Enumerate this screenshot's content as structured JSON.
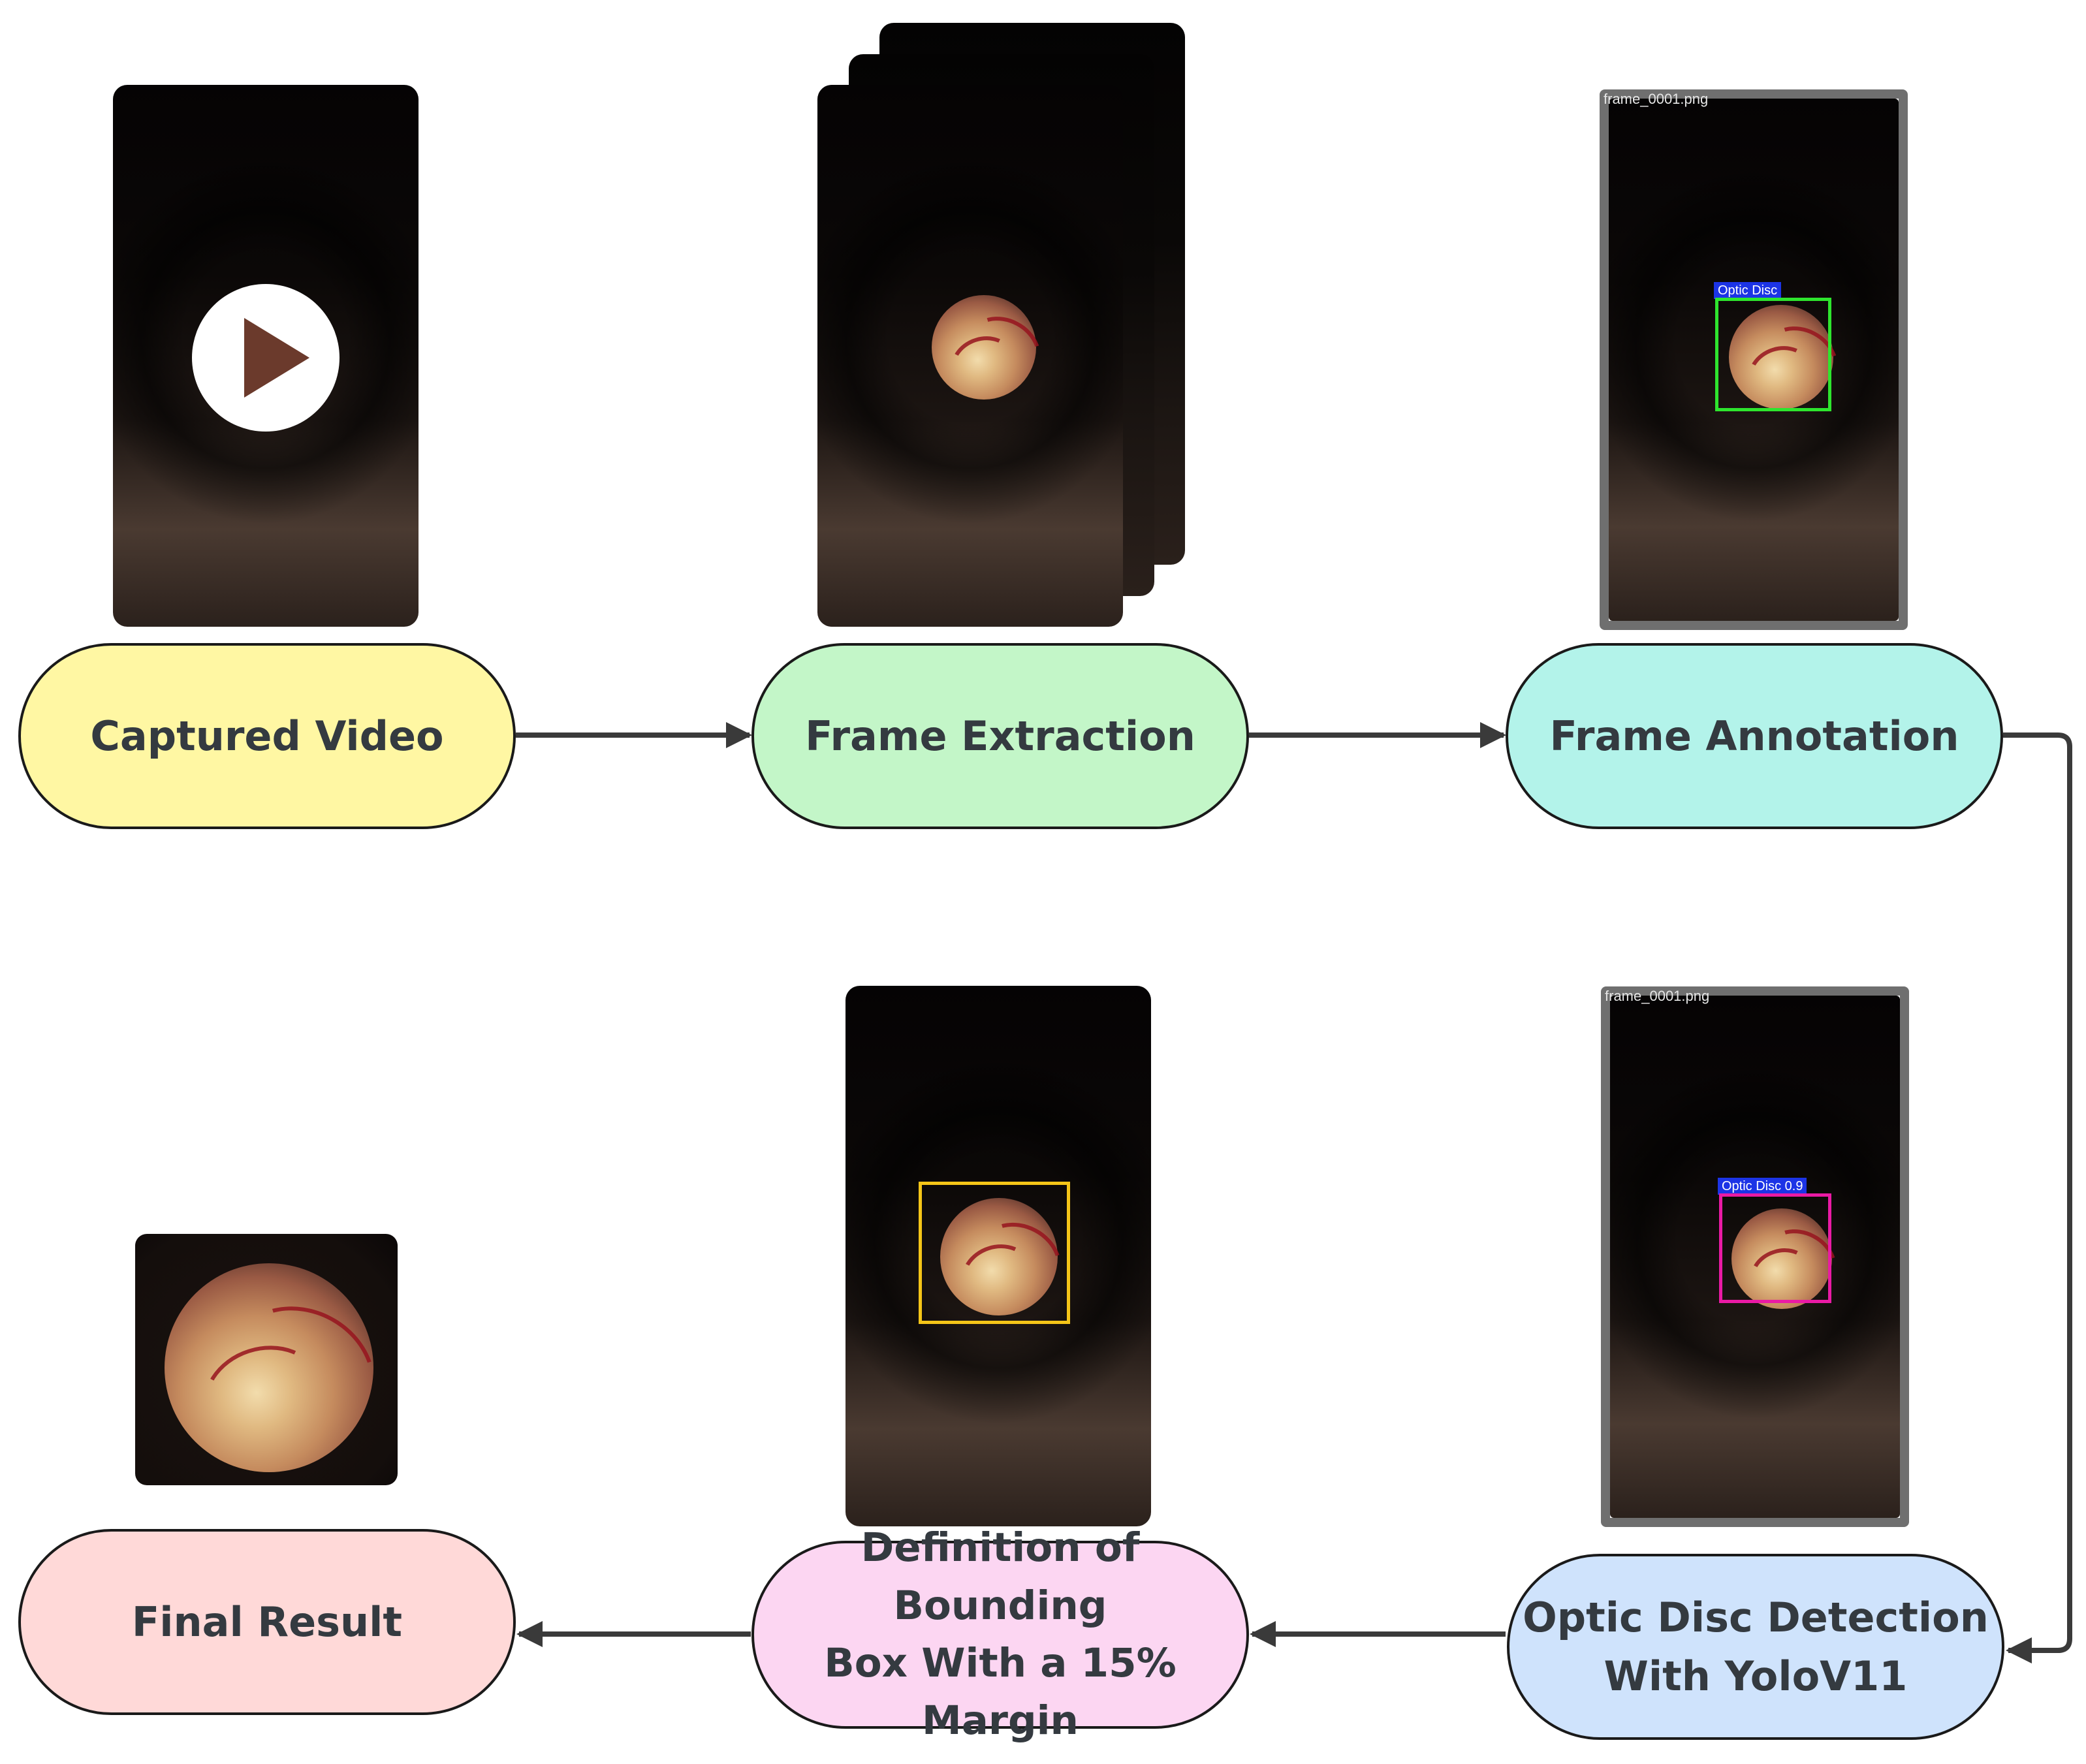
{
  "nodes": {
    "captured_video": {
      "label": "Captured Video",
      "color": "#fff7a3"
    },
    "frame_extraction": {
      "label": "Frame Extraction",
      "color": "#c3f6c8"
    },
    "frame_annotation": {
      "label": "Frame Annotation",
      "color": "#b3f3ea"
    },
    "optic_disc_detection": {
      "line1": "Optic Disc Detection",
      "line2": "With YoloV11",
      "color": "#cfe3fc"
    },
    "bounding_box_definition": {
      "line1": "Definition of Bounding",
      "line2": "Box With a 15% Margin",
      "color": "#fcd6f2"
    },
    "final_result": {
      "label": "Final Result",
      "color": "#ffd9d8"
    }
  },
  "images": {
    "annotation": {
      "filename": "frame_0001.png",
      "tag": "Optic Disc",
      "box_color": "#2ee52e"
    },
    "detection": {
      "filename": "frame_0001.png",
      "tag": "Optic Disc 0.9",
      "box_color": "#ea1aa5"
    },
    "margin_box_color": "#f5c518"
  },
  "icons": {
    "play": "play-icon"
  },
  "edges": [
    {
      "from": "Captured Video",
      "to": "Frame Extraction"
    },
    {
      "from": "Frame Extraction",
      "to": "Frame Annotation"
    },
    {
      "from": "Frame Annotation",
      "to": "Optic Disc Detection With YoloV11"
    },
    {
      "from": "Optic Disc Detection With YoloV11",
      "to": "Definition of Bounding Box With a 15% Margin"
    },
    {
      "from": "Definition of Bounding Box With a 15% Margin",
      "to": "Final Result"
    }
  ]
}
